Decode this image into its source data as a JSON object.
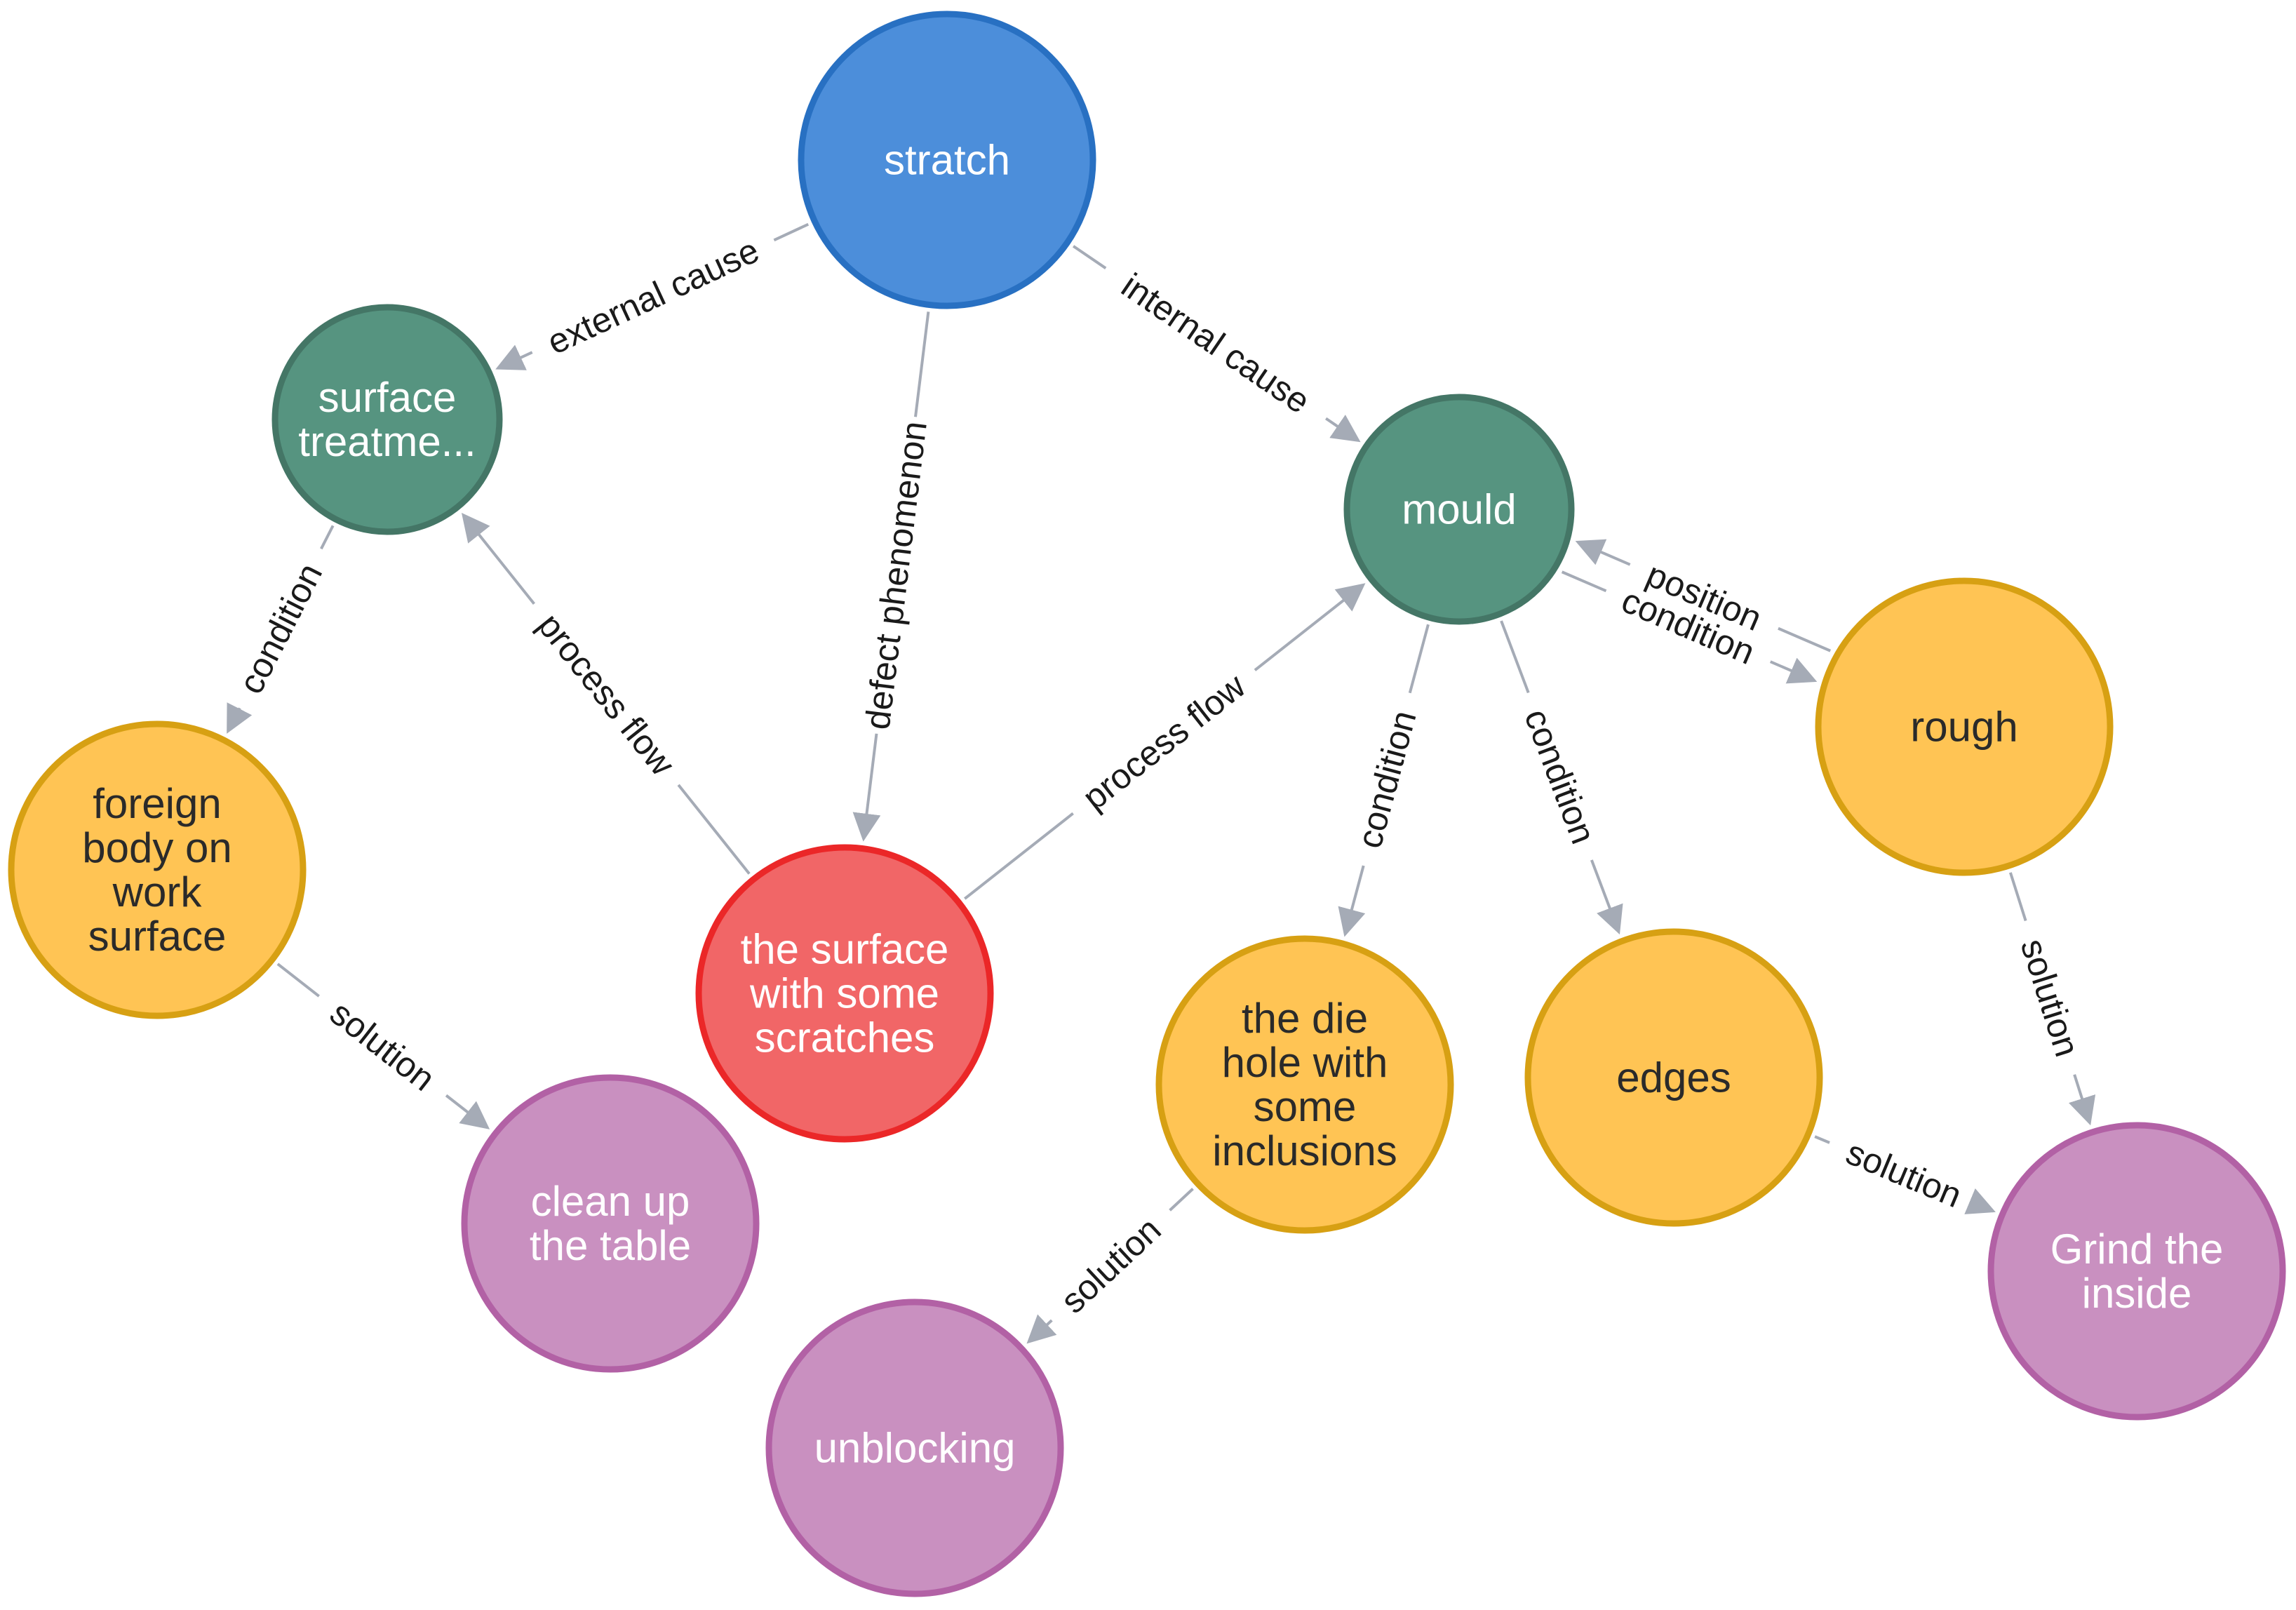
{
  "colors": {
    "edge": "#A5ABB6",
    "blue_fill": "#4C8EDA",
    "blue_stroke": "#2870C2",
    "green_fill": "#569480",
    "green_stroke": "#447666",
    "yellow_fill": "#FFC454",
    "yellow_stroke": "#D7A013",
    "red_fill": "#F16667",
    "red_stroke": "#EB2728",
    "purple_fill": "#C990C0",
    "purple_stroke": "#B261A5",
    "light_text": "#ffffff",
    "dark_text": "#2a2a2a"
  },
  "nodes": [
    {
      "id": "stratch",
      "lines": [
        "stratch"
      ],
      "color": "blue"
    },
    {
      "id": "surface-treatment",
      "lines": [
        "surface",
        "treatme..."
      ],
      "color": "green"
    },
    {
      "id": "mould",
      "lines": [
        "mould"
      ],
      "color": "green"
    },
    {
      "id": "foreign-body",
      "lines": [
        "foreign",
        "body on",
        "work",
        "surface"
      ],
      "color": "yellow"
    },
    {
      "id": "surface-scratches",
      "lines": [
        "the surface",
        "with some",
        "scratches"
      ],
      "color": "red"
    },
    {
      "id": "rough",
      "lines": [
        "rough"
      ],
      "color": "yellow"
    },
    {
      "id": "die-hole",
      "lines": [
        "the die",
        "hole with",
        "some",
        "inclusions"
      ],
      "color": "yellow"
    },
    {
      "id": "edges",
      "lines": [
        "edges"
      ],
      "color": "yellow"
    },
    {
      "id": "clean-table",
      "lines": [
        "clean up",
        "the table"
      ],
      "color": "purple"
    },
    {
      "id": "unblocking",
      "lines": [
        "unblocking"
      ],
      "color": "purple"
    },
    {
      "id": "grind-inside",
      "lines": [
        "Grind the",
        "inside"
      ],
      "color": "purple"
    }
  ],
  "edges": [
    {
      "from": "stratch",
      "to": "surface-treatment",
      "label": "external cause"
    },
    {
      "from": "stratch",
      "to": "surface-scratches",
      "label": "defect phenomenon"
    },
    {
      "from": "stratch",
      "to": "mould",
      "label": "internal cause"
    },
    {
      "from": "surface-treatment",
      "to": "foreign-body",
      "label": "condition"
    },
    {
      "from": "surface-scratches",
      "to": "surface-treatment",
      "label": "process flow"
    },
    {
      "from": "surface-scratches",
      "to": "mould",
      "label": "process flow"
    },
    {
      "from": "mould",
      "to": "rough",
      "label": "condition"
    },
    {
      "from": "rough",
      "to": "mould",
      "label": "position"
    },
    {
      "from": "mould",
      "to": "die-hole",
      "label": "condition"
    },
    {
      "from": "mould",
      "to": "edges",
      "label": "condition"
    },
    {
      "from": "foreign-body",
      "to": "clean-table",
      "label": "solution"
    },
    {
      "from": "die-hole",
      "to": "unblocking",
      "label": "solution"
    },
    {
      "from": "rough",
      "to": "grind-inside",
      "label": "solution"
    },
    {
      "from": "edges",
      "to": "grind-inside",
      "label": "solution"
    }
  ]
}
